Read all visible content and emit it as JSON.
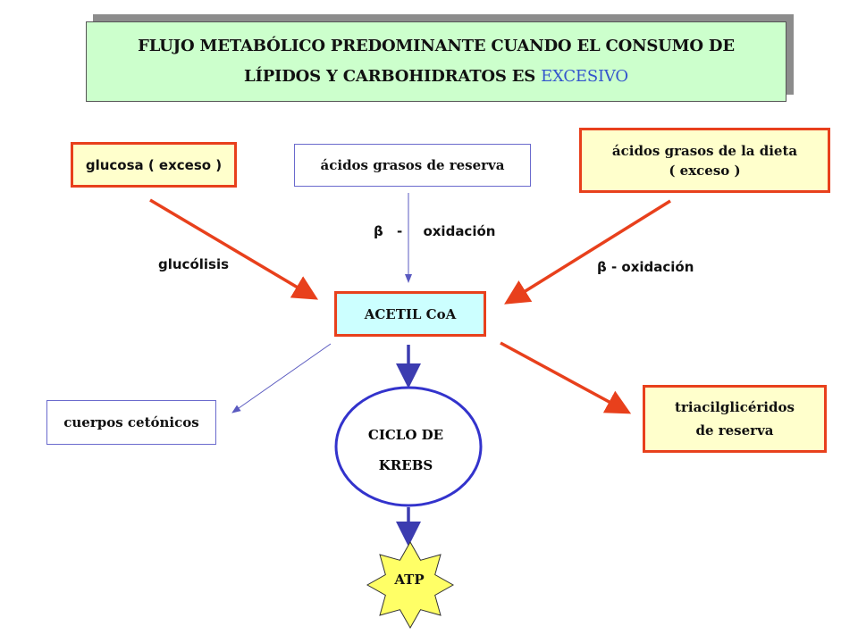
{
  "title": {
    "line1": "FLUJO  METABÓLICO  PREDOMINANTE  CUANDO  EL CONSUMO  DE",
    "line2_main": "LÍPIDOS  Y  CARBOHIDRATOS   ES ",
    "line2_accent": "EXCESIVO"
  },
  "nodes": {
    "glucosa": "glucosa  ( exceso  )",
    "acidos_reserva": "ácidos grasos de reserva",
    "acidos_dieta_1": "ácidos grasos de la dieta",
    "acidos_dieta_2": "( exceso  )",
    "acetil": "ACETIL  CoA",
    "cuerpos": "cuerpos cetónicos",
    "krebs_1": "CICLO DE",
    "krebs_2": "KREBS",
    "triacil_1": "triacilglicéridos",
    "triacil_2": "de reserva",
    "atp": "ATP"
  },
  "labels": {
    "beta_center_symbol": "β",
    "beta_center_dash": "-",
    "beta_center_text": "oxidación",
    "glucolisis": "glucólisis",
    "beta_right": "β - oxidación"
  },
  "colors": {
    "orange_border": "#e8401c",
    "blue_arrow": "#3c3cb0",
    "title_bg": "#ccffcc",
    "yellow_bg": "#ffffcc",
    "acetil_bg": "#ccffff",
    "atp_fill": "#ffff66"
  }
}
